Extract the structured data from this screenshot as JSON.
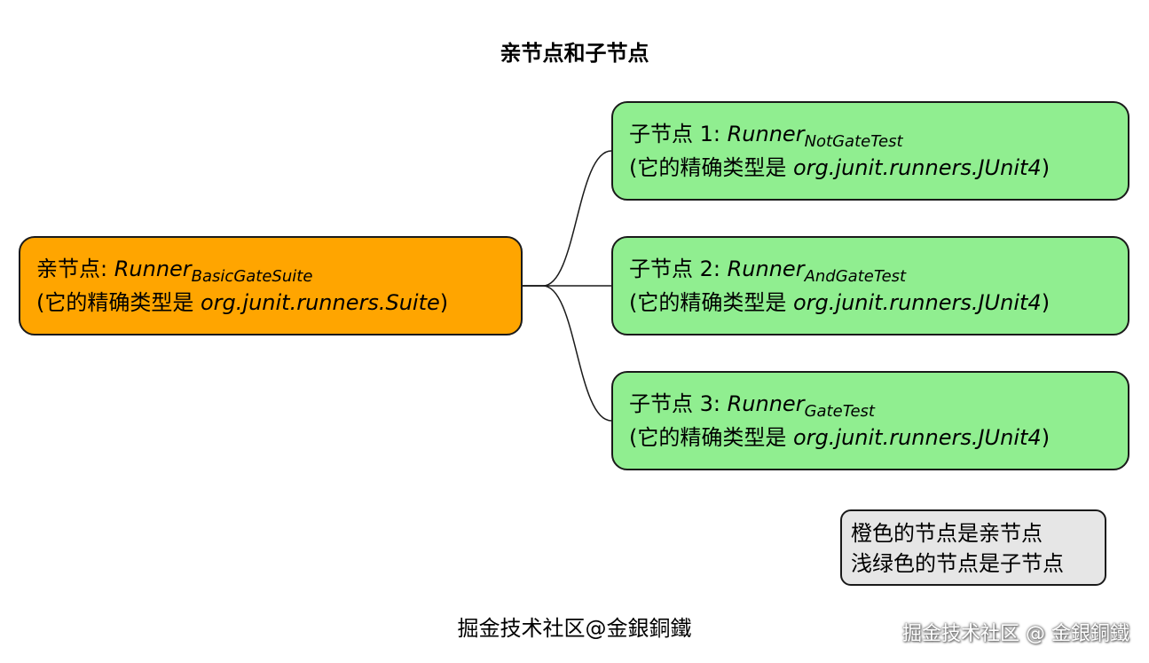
{
  "title": "亲节点和子节点",
  "parent": {
    "prefix": "亲节点: ",
    "runner": "Runner",
    "runner_sub": "BasicGateSuite",
    "type_prefix": "(它的精确类型是 ",
    "type_name": "org.junit.runners.Suite",
    "type_suffix": ")"
  },
  "children": [
    {
      "prefix": "子节点 1: ",
      "runner": "Runner",
      "runner_sub": "NotGateTest",
      "type_prefix": "(它的精确类型是 ",
      "type_name": "org.junit.runners.JUnit4",
      "type_suffix": ")"
    },
    {
      "prefix": "子节点 2: ",
      "runner": "Runner",
      "runner_sub": "AndGateTest",
      "type_prefix": "(它的精确类型是 ",
      "type_name": "org.junit.runners.JUnit4",
      "type_suffix": ")"
    },
    {
      "prefix": "子节点 3: ",
      "runner": "Runner",
      "runner_sub": "GateTest",
      "type_prefix": "(它的精确类型是 ",
      "type_name": "org.junit.runners.JUnit4",
      "type_suffix": ")"
    }
  ],
  "legend": {
    "line1": "橙色的节点是亲节点",
    "line2": "浅绿色的节点是子节点"
  },
  "footer": "掘金技术社区@金銀銅鐵",
  "watermark": "掘金技术社区 @ 金銀銅鐵",
  "colors": {
    "parent_fill": "#ffa500",
    "child_fill": "#90ee90",
    "legend_fill": "#e6e6e6",
    "border": "#1a1a1a"
  }
}
